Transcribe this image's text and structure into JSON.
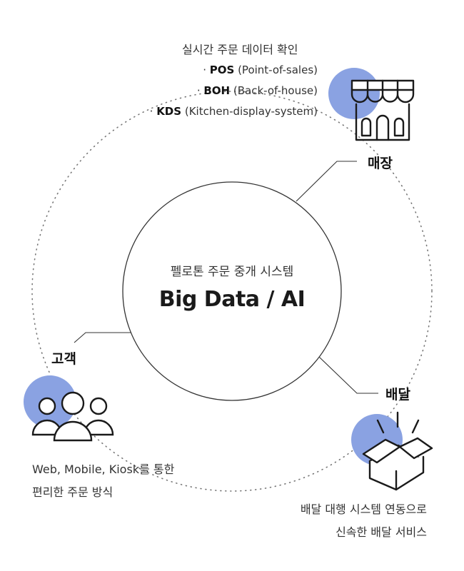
{
  "center": {
    "title": "펠로톤 주문 중개 시스템",
    "main": "Big Data / AI"
  },
  "store": {
    "label": "매장",
    "heading": "실시간 주문 데이터 확인",
    "systems": [
      {
        "abbr": "POS",
        "full": "(Point-of-sales)"
      },
      {
        "abbr": "BOH",
        "full": "(Back-of-house)"
      },
      {
        "abbr": "KDS",
        "full": "(Kitchen-display-system)"
      }
    ],
    "icon": "store-icon"
  },
  "customer": {
    "label": "고객",
    "desc_line1": "Web, Mobile, Kiosk를 통한",
    "desc_line2": "편리한 주문 방식",
    "icon": "people-icon"
  },
  "delivery": {
    "label": "배달",
    "desc_line1": "배달 대행 시스템 연동으로",
    "desc_line2": "신속한 배달 서비스",
    "icon": "box-icon"
  },
  "colors": {
    "accent_circle": "#8aa2e2",
    "line": "#333333",
    "dotted": "#777777"
  }
}
